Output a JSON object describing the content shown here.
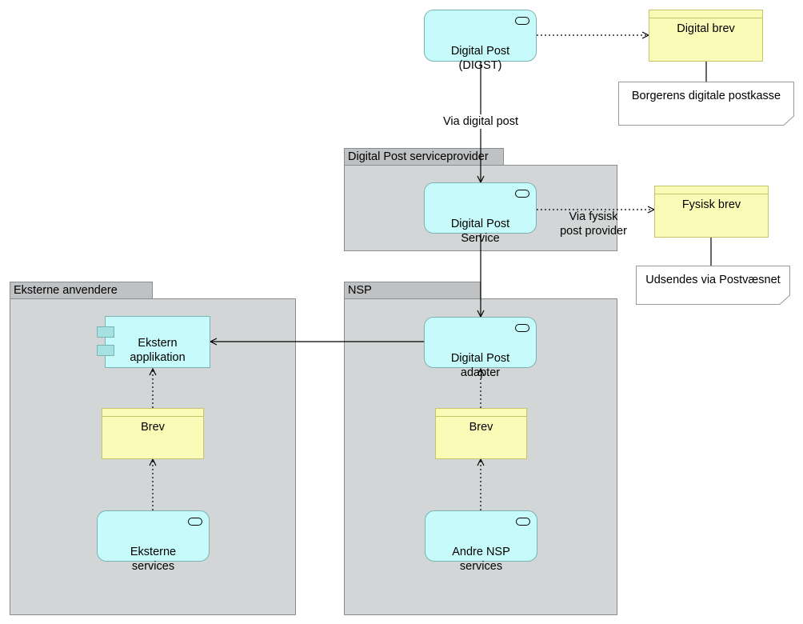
{
  "groups": {
    "serviceprovider": "Digital Post serviceprovider",
    "eksterne": "Eksterne anvendere",
    "nsp": "NSP"
  },
  "nodes": {
    "digital_post_digst": "Digital Post\n(DIGST)",
    "digital_post_service": "Digital Post\nService",
    "digital_post_adapter": "Digital Post\nadapter",
    "ekstern_applikation": "Ekstern\napplikation",
    "eksterne_services": "Eksterne\nservices",
    "andre_nsp_services": "Andre NSP\nservices",
    "digital_brev": "Digital brev",
    "fysisk_brev": "Fysisk brev",
    "brev_left": "Brev",
    "brev_right": "Brev"
  },
  "notes": {
    "postkasse": "Borgerens digitale postkasse",
    "postvaesnet": "Udsendes via Postvæsnet"
  },
  "edge_labels": {
    "via_digital_post": "Via digital post",
    "via_fysisk": "Via fysisk\npost provider"
  },
  "colors": {
    "service_fill": "#c7fbfb",
    "data_fill": "#fbfbb8",
    "group_fill": "#d3d6d7"
  }
}
